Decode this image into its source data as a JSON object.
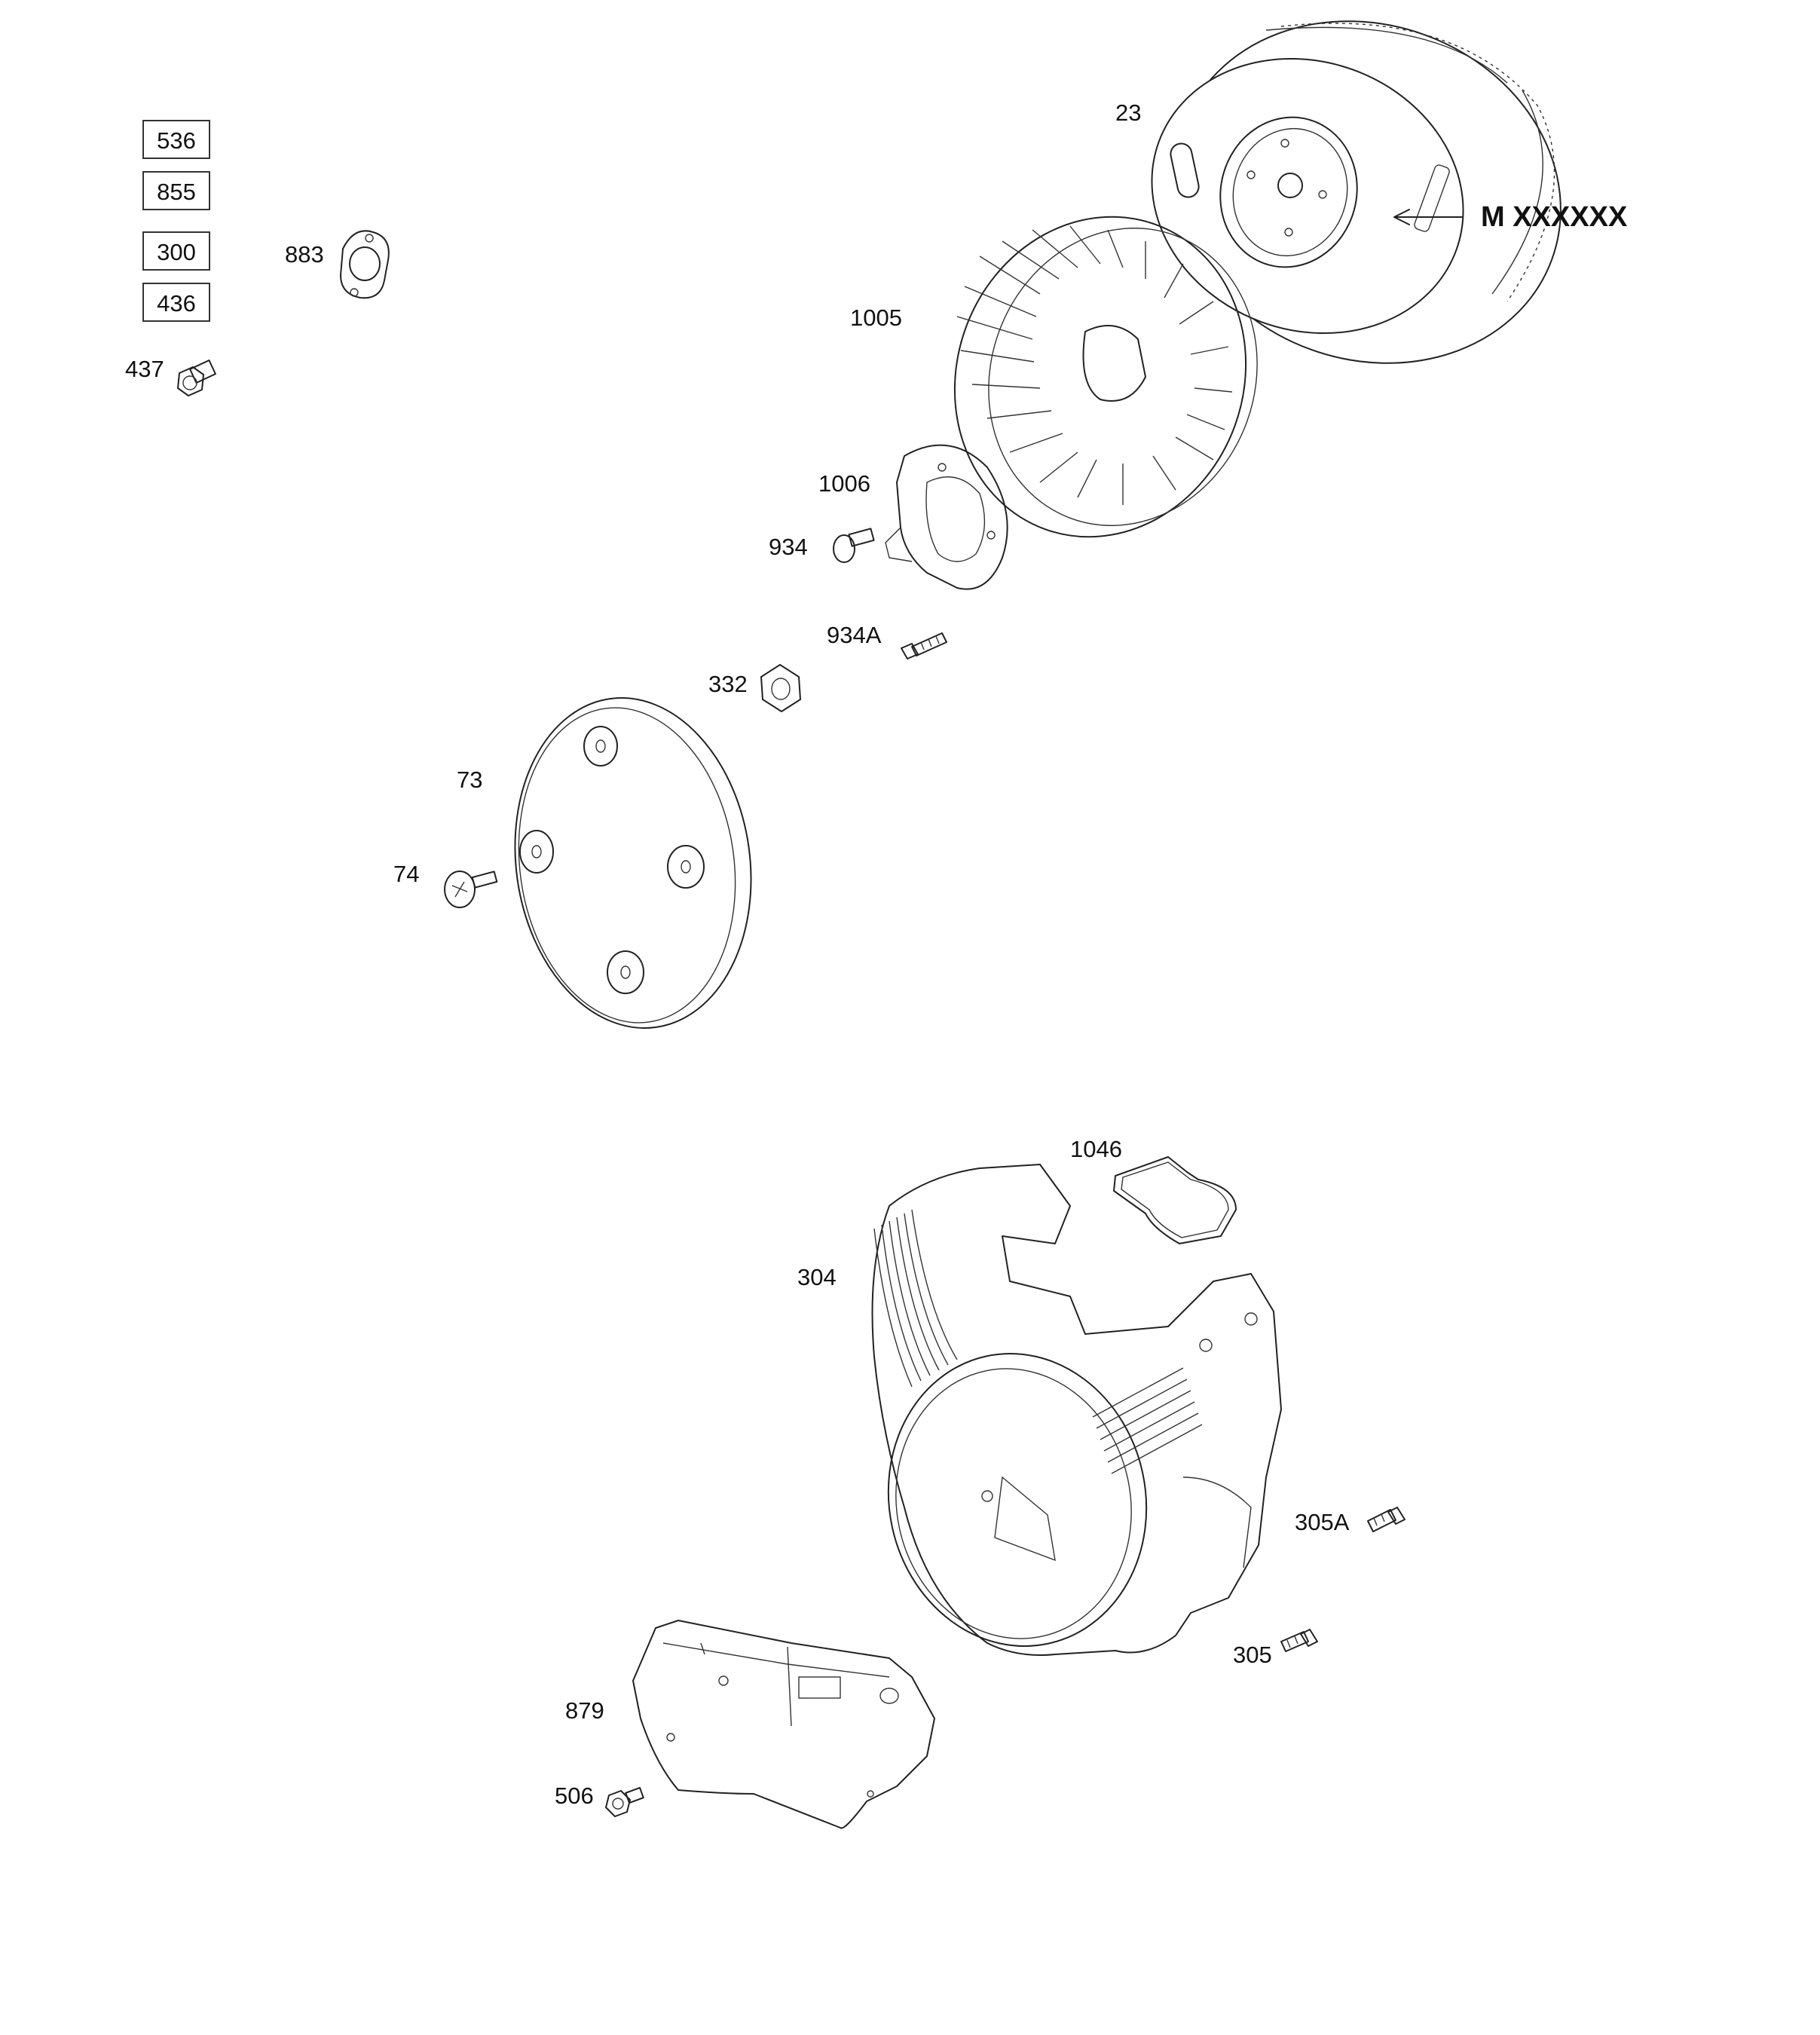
{
  "diagram": {
    "boxed_parts": [
      "536",
      "855",
      "300",
      "436"
    ],
    "part_labels": {
      "p883": "883",
      "p437": "437",
      "p23": "23",
      "p1005": "1005",
      "p1006": "1006",
      "p934": "934",
      "p934A": "934A",
      "p332": "332",
      "p73": "73",
      "p74": "74",
      "p1046": "1046",
      "p304": "304",
      "p305A": "305A",
      "p305": "305",
      "p879": "879",
      "p506": "506"
    },
    "model_callout": "M  XXXXXX"
  }
}
